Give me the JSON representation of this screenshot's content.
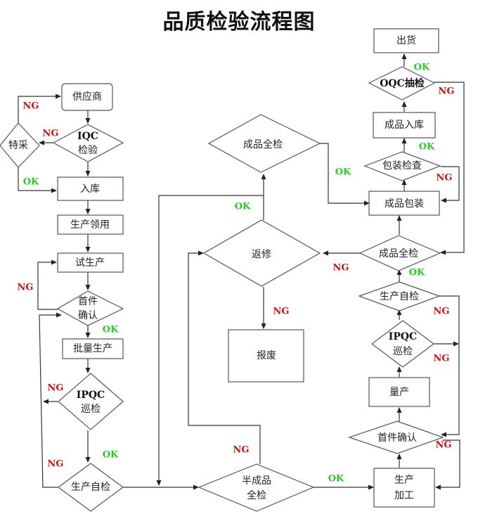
{
  "title": "品质检验流程图",
  "colors": {
    "ok": "#22cc22",
    "ng": "#cc1111",
    "stroke": "#555555"
  },
  "nodes": {
    "supplier": "供应商",
    "iqc_top": "IQC",
    "iqc_bottom": "检验",
    "special": "特采",
    "warehouse_in": "入库",
    "production_pick": "生产领用",
    "trial_production": "试生产",
    "first_confirm_l_top": "首件",
    "first_confirm_l_bottom": "确认",
    "mass_production": "批量生产",
    "ipqc_l_top": "IPQC",
    "ipqc_l_bottom": "巡检",
    "self_check_l": "生产自检",
    "semi_check_top": "半成品",
    "semi_check_bottom": "全检",
    "rework": "返修",
    "scrap": "报废",
    "finished_check_mid": "成品全检",
    "process_top": "生产",
    "process_bottom": "加工",
    "first_confirm_r": "首件确认",
    "volume_production": "量产",
    "ipqc_r_top": "IPQC",
    "ipqc_r_bottom": "巡检",
    "self_check_r": "生产自检",
    "finished_check_r": "成品全检",
    "packaging": "成品包装",
    "pack_check": "包装检查",
    "finished_in": "成品入库",
    "oqc": "OQC抽检",
    "ship": "出货"
  },
  "labels": {
    "ok": "OK",
    "ng": "NG"
  }
}
